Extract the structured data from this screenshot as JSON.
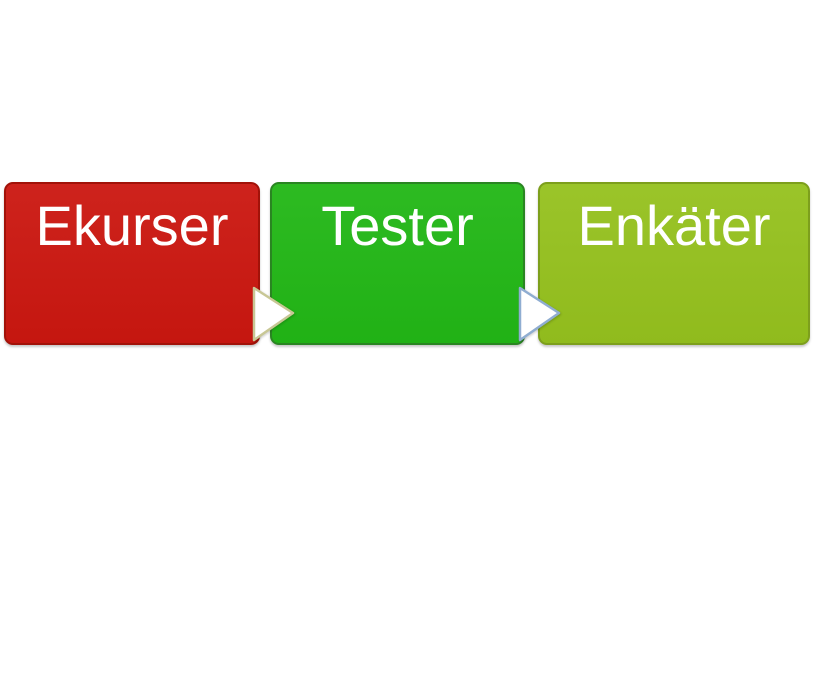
{
  "canvas": {
    "background": "#ffffff"
  },
  "diagram": {
    "type": "process-flow",
    "text_color": "#ffffff",
    "steps": [
      {
        "label": "Ekurser",
        "fill": "#cb1710",
        "border": "#a21209"
      },
      {
        "label": "Tester",
        "fill": "#22b716",
        "border": "#2a8522"
      },
      {
        "label": "Enkäter",
        "fill": "#95c11e",
        "border": "#7d9f1c"
      }
    ],
    "arrows": [
      {
        "name": "arrow-ekurser-to-tester",
        "fill": "#ffffff",
        "stroke": "#c8c795"
      },
      {
        "name": "arrow-tester-to-enkater",
        "fill": "#ffffff",
        "stroke": "#8fadd1"
      }
    ]
  }
}
